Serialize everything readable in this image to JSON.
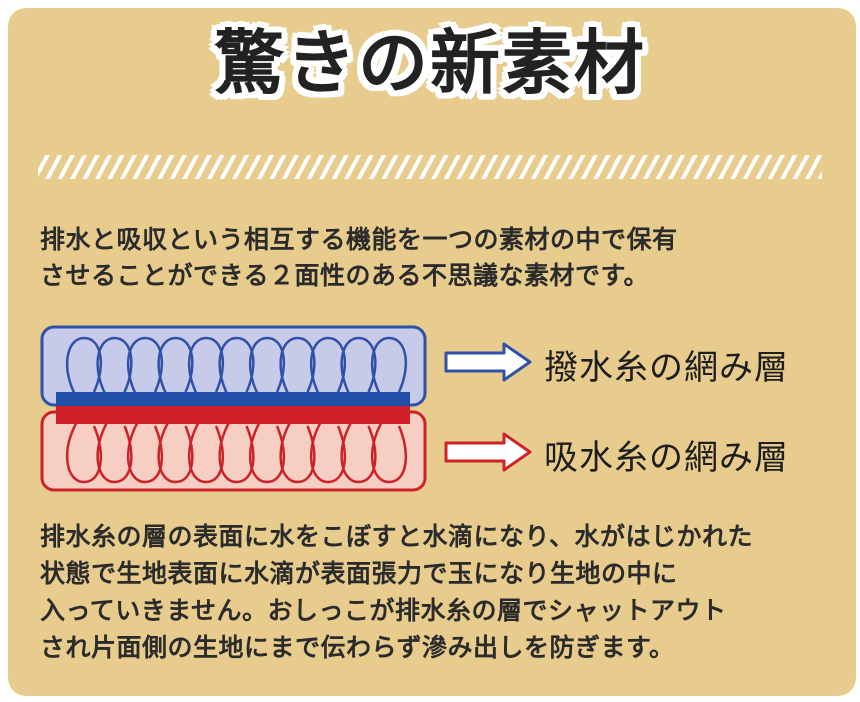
{
  "title": "驚きの新素材",
  "intro": {
    "line1": "排水と吸収という相互する機能を一つの素材の中で保有",
    "line2": "させることができる２面性のある不思議な素材です。"
  },
  "diagram": {
    "top_label": "撥水糸の網み層",
    "bottom_label": "吸水糸の網み層",
    "colors": {
      "top_fill": "#c7cbe9",
      "top_stroke": "#2f52a8",
      "bottom_fill": "#f7cfc2",
      "bottom_stroke": "#cc2229",
      "blue_band": "#1f4fa6",
      "red_band": "#d0202a"
    }
  },
  "body": {
    "line1": "排水糸の層の表面に水をこぼすと水滴になり、水がはじかれた",
    "line2": "状態で生地表面に水滴が表面張力で玉になり生地の中に",
    "line3": "入っていきません。おしっこが排水糸の層でシャットアウト",
    "line4": "され片面側の生地にまで伝わらず滲み出しを防ぎます。"
  }
}
